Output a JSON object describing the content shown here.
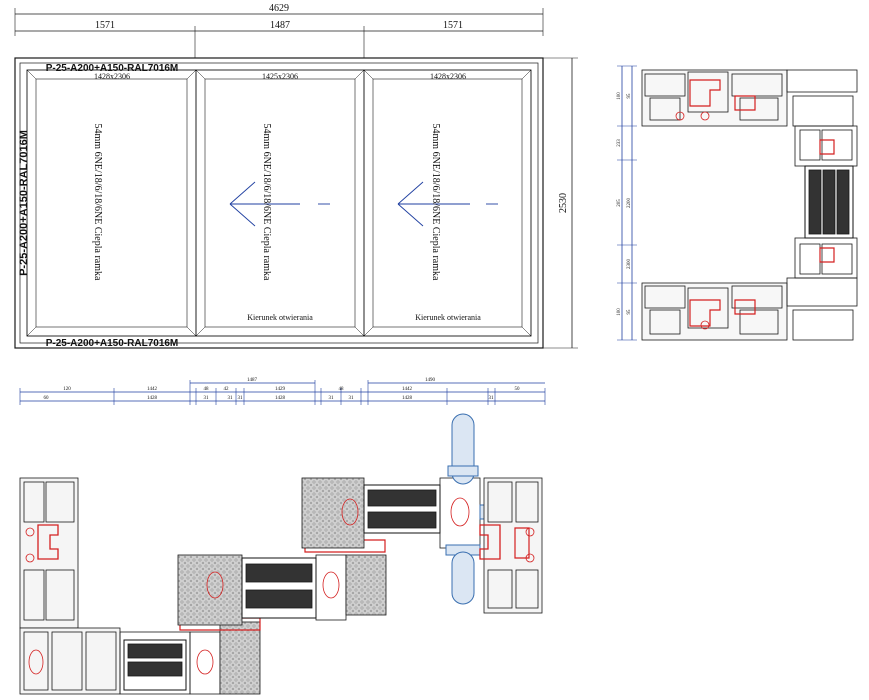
{
  "elevation": {
    "overall_width": "4629",
    "overall_height": "2530",
    "panel_widths": [
      "1571",
      "1487",
      "1571"
    ],
    "profile_label_top": "P-25-A200+A150-RAL7016M",
    "profile_label_bottom": "P-25-A200+A150-RAL7016M",
    "profile_label_side": "P-25-A200+A150-RAL7016M",
    "glass_sizes": [
      "1428x2306",
      "1425x2306",
      "1428x2306"
    ],
    "glass_spec": "54mm 6NE/18/6/18/6NE Ciepla ramka",
    "opening_direction_label": "Kierunek otwierania"
  },
  "vertical_section": {
    "dims_left": [
      "100",
      "233",
      "205",
      "100"
    ],
    "dims_right": [
      "95",
      "2200",
      "2300",
      "95"
    ]
  },
  "horizontal_section": {
    "dims_row1": [
      "120",
      "1442",
      "48",
      "42",
      "1487",
      "1429",
      "48",
      "1490",
      "1442",
      "50"
    ],
    "dims_row2": [
      "60",
      "1428",
      "31",
      "31",
      "31",
      "1428",
      "31",
      "31",
      "1428",
      "31"
    ]
  },
  "colors": {
    "line": "#1a1a1a",
    "gasket_red": "#d42020",
    "hardware_blue": "#3a6fb0",
    "leader_blue": "#1f3fa0",
    "insulation_grey": "#c9c9c9"
  }
}
